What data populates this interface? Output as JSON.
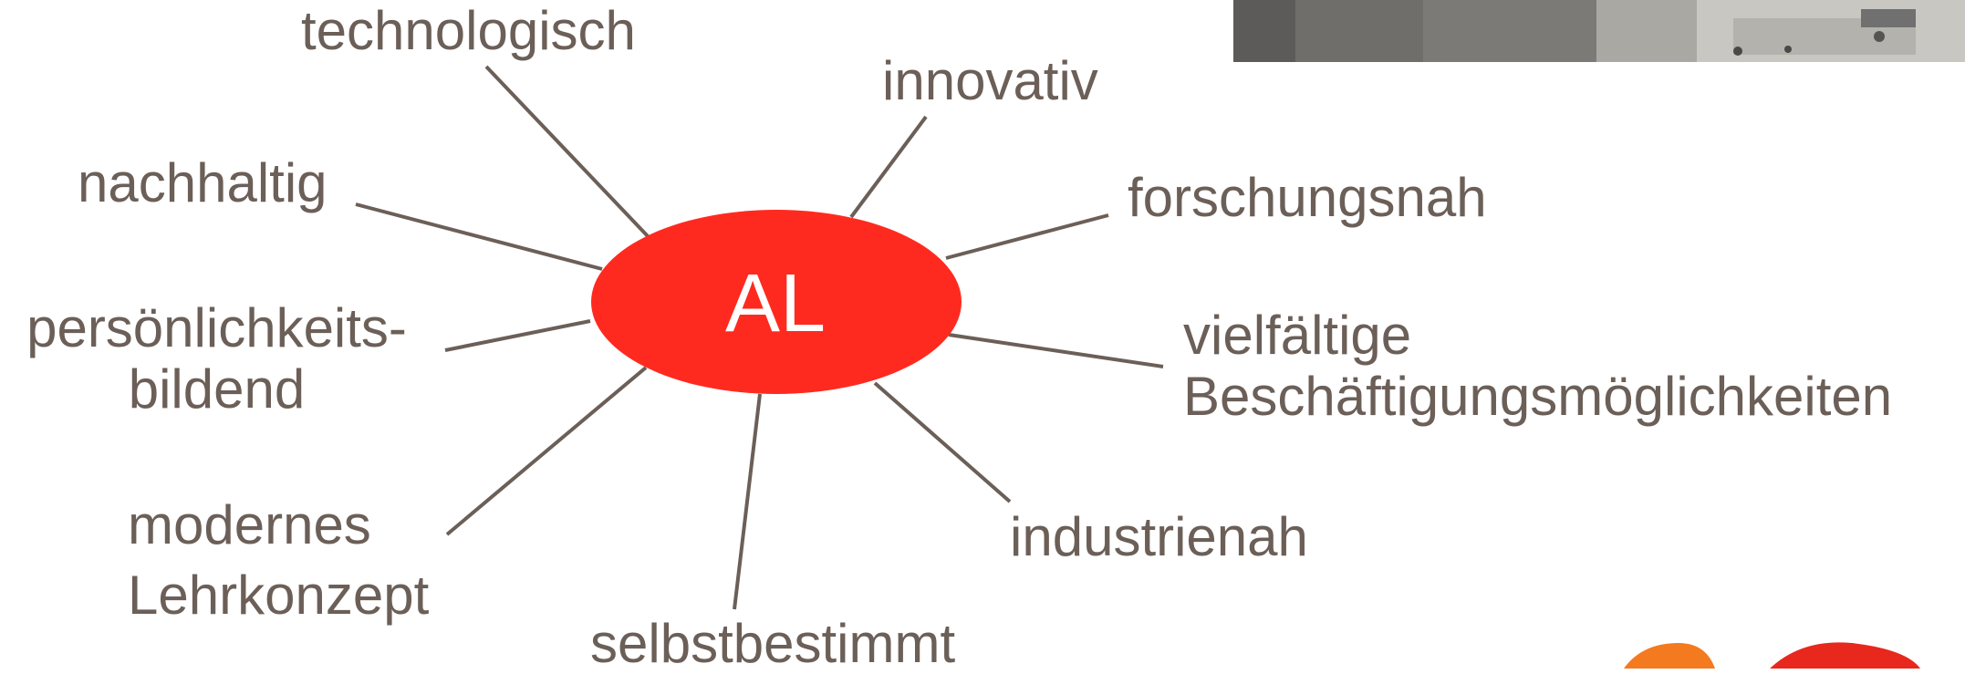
{
  "center": {
    "label": "AL",
    "color": "#ff2a1f"
  },
  "line_color": "#6b5f58",
  "text_color": "#6b5f58",
  "concepts": [
    {
      "id": "technologisch",
      "lines": [
        "technologisch"
      ]
    },
    {
      "id": "innovativ",
      "lines": [
        "innovativ"
      ]
    },
    {
      "id": "nachhaltig",
      "lines": [
        "nachhaltig"
      ]
    },
    {
      "id": "forschungsnah",
      "lines": [
        "forschungsnah"
      ]
    },
    {
      "id": "persoenlichkeitsbildend",
      "lines": [
        "persönlichkeits-",
        "bildend"
      ]
    },
    {
      "id": "vielfaeltige",
      "lines": [
        "vielfältige",
        "Beschäftigungsmöglichkeiten"
      ]
    },
    {
      "id": "modernes",
      "lines": [
        "modernes",
        "Lehrkonzept"
      ]
    },
    {
      "id": "industrienah",
      "lines": [
        "industrienah"
      ]
    },
    {
      "id": "selbstbestimmt",
      "lines": [
        "selbstbestimmt"
      ]
    }
  ],
  "photo": {
    "description_icon": "workshop-photo"
  },
  "decor": {
    "accent_orange": "#f47a1f",
    "accent_red": "#e8281c"
  }
}
